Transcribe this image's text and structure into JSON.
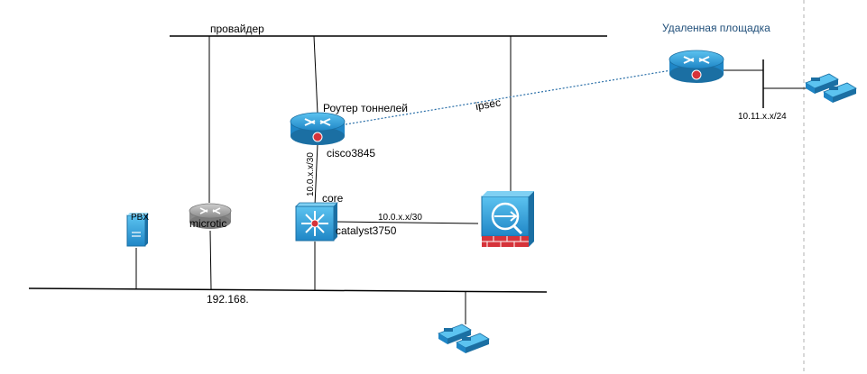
{
  "labels": {
    "provider": "провайдер",
    "remote_site": "Удаленная площадка",
    "tunnel_router": "Роутер тоннелей",
    "ipsec": "ipsec",
    "cisco3845": "cisco3845",
    "core_link": "10.0.x.x/30",
    "core": "core",
    "catalyst": "catalyst3750",
    "fw_link": "10.0.x.x/30",
    "pbx": "PBX",
    "microtic": "microtic",
    "lan": "192.168.",
    "remote_net": "10.11.x.x/24"
  },
  "colors": {
    "device_blue": "#2f9fd8",
    "device_dark": "#1b6fa3",
    "router_gray": "#9a9a9a",
    "ipsec_line": "#2a6fa8",
    "firewall_red": "#d6333a",
    "text_title": "#1f4e79"
  },
  "icons": [
    "router-icon",
    "multilayer-switch-icon",
    "firewall-icon",
    "server-icon",
    "ip-phone-icon"
  ]
}
